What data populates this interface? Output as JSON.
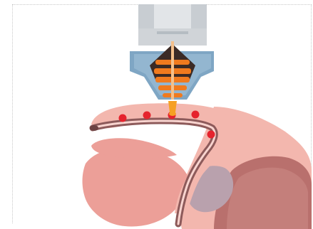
{
  "figure": {
    "kind": "medical-illustration",
    "subject": "energy-applicator-over-sagittal-section",
    "treatment_points_count": 5
  },
  "colors": {
    "tissue_light": "#f3b7ae",
    "tissue_mid": "#ec9f98",
    "tissue_dark": "#b86a6a",
    "canal": "#8d5a5a",
    "lumen": "#f8d4cf",
    "marker": "#e5232d",
    "applicator_glass": "#d9dde1",
    "applicator_housing": "#7fa6c4",
    "core_orange": "#f07a1e",
    "core_dark": "#3b2a25",
    "beam": "#f6a023"
  },
  "icons": [
    "applicator-icon",
    "energy-beam-icon",
    "treatment-point-icon"
  ]
}
